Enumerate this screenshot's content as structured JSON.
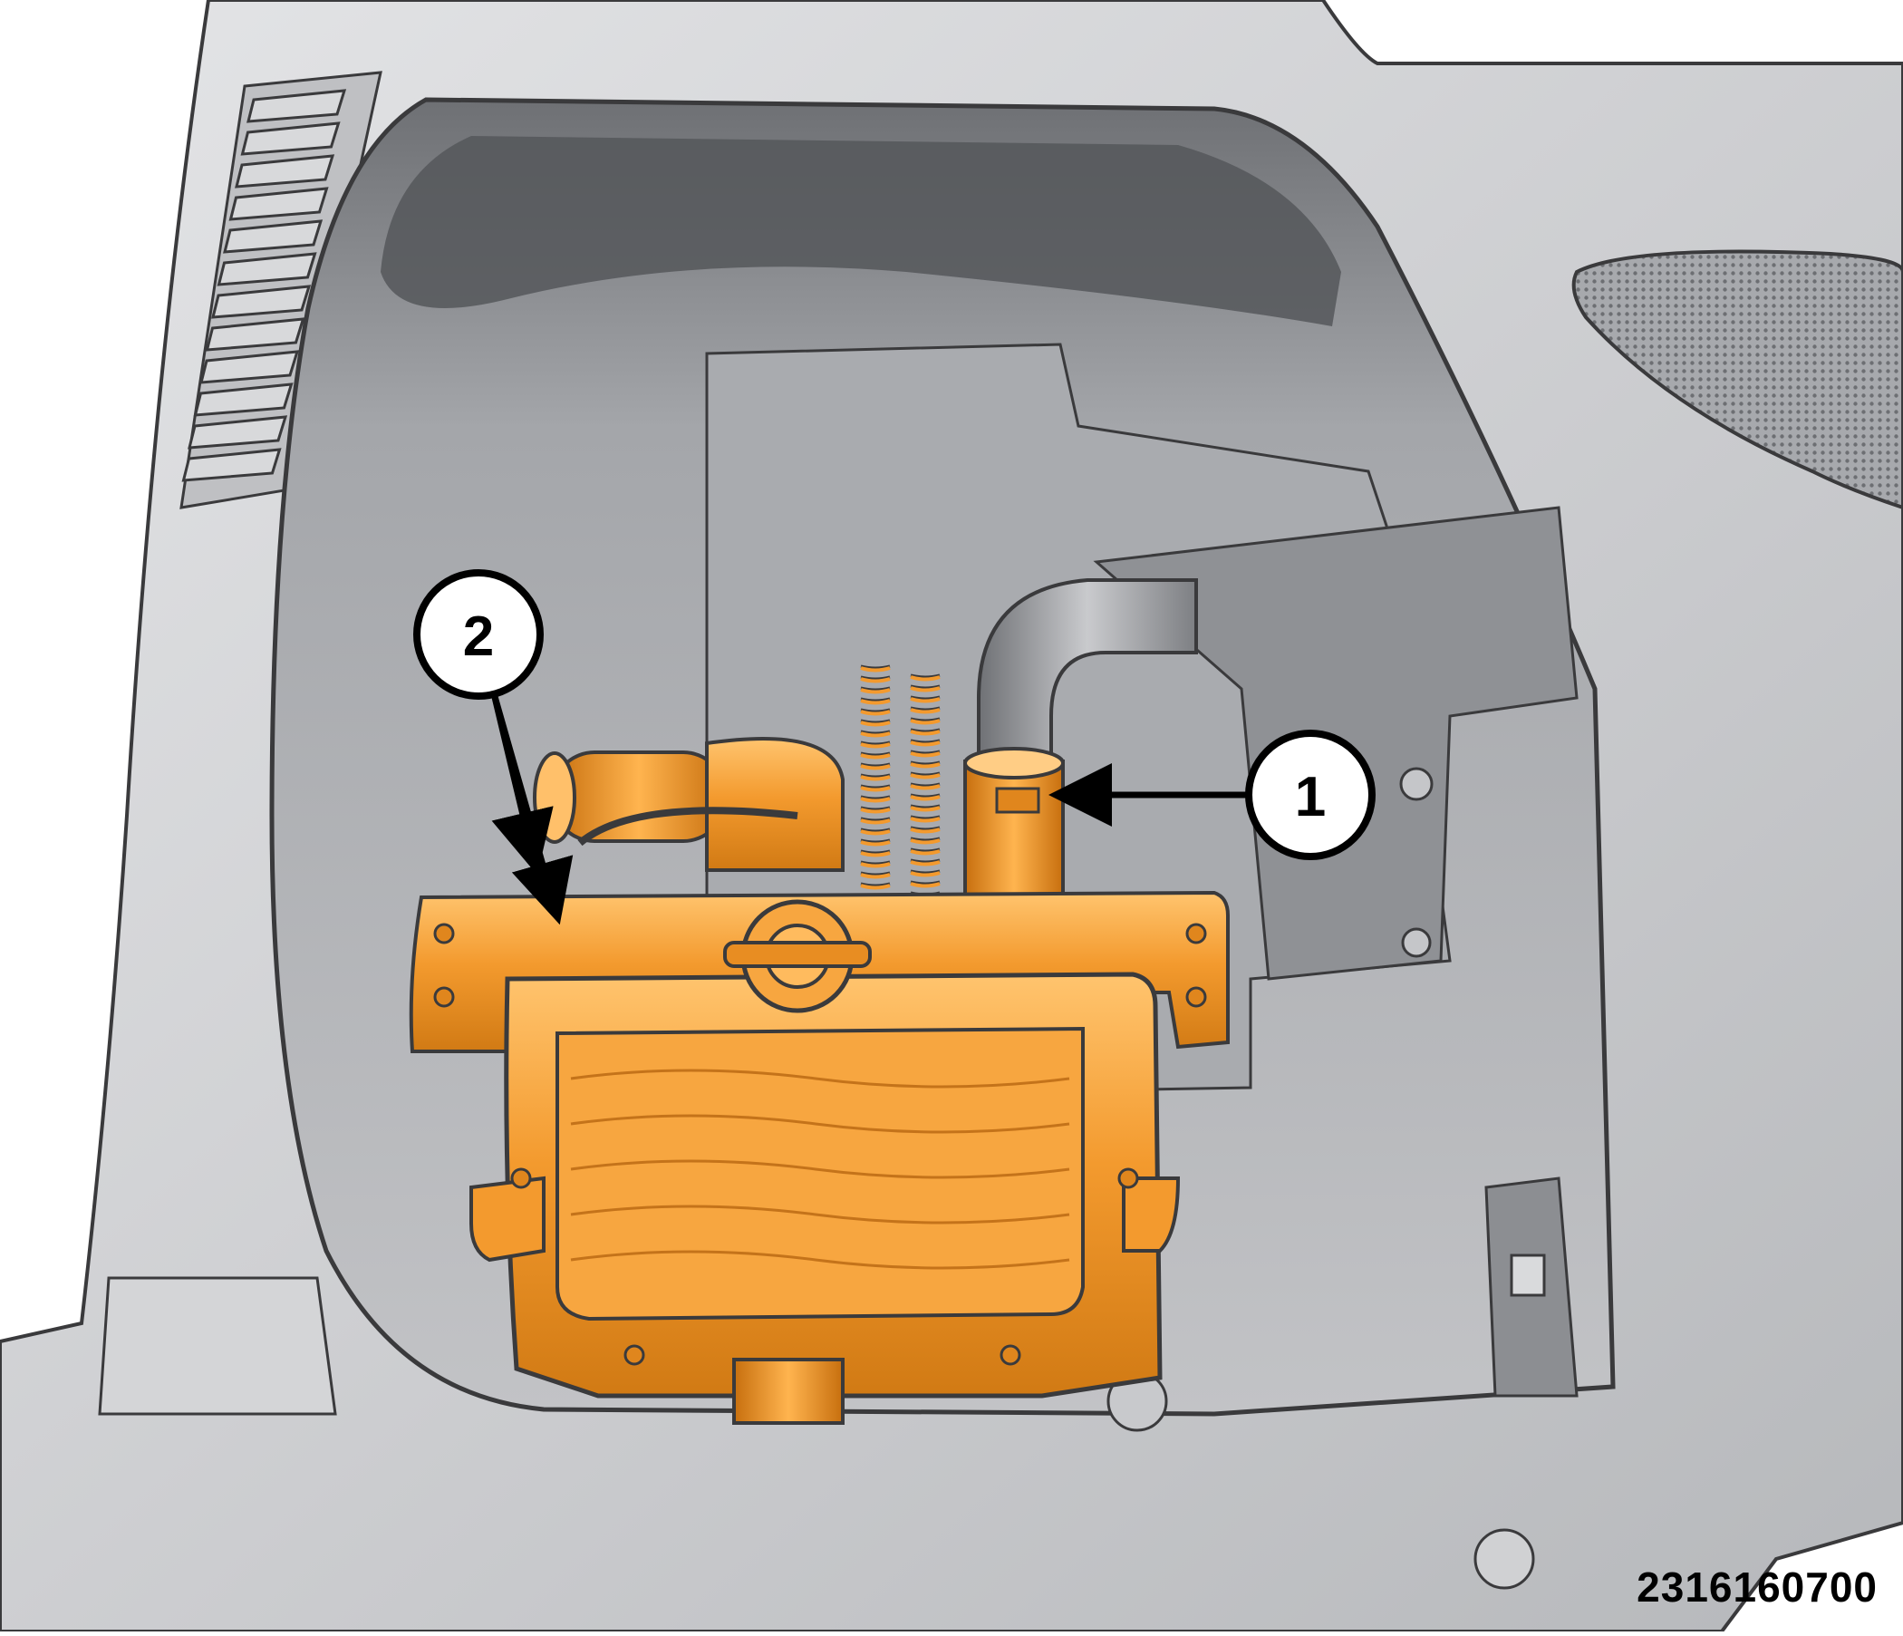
{
  "figure": {
    "id": "2316160700",
    "callouts": [
      {
        "number": "1"
      },
      {
        "number": "2"
      }
    ]
  },
  "colors": {
    "panel": "#c8c9cc",
    "panel_dark": "#9a9ca0",
    "outline": "#3a3a3c",
    "component": "#f39a2e",
    "component_dark": "#b86a10",
    "component_light": "#ffc06a"
  }
}
